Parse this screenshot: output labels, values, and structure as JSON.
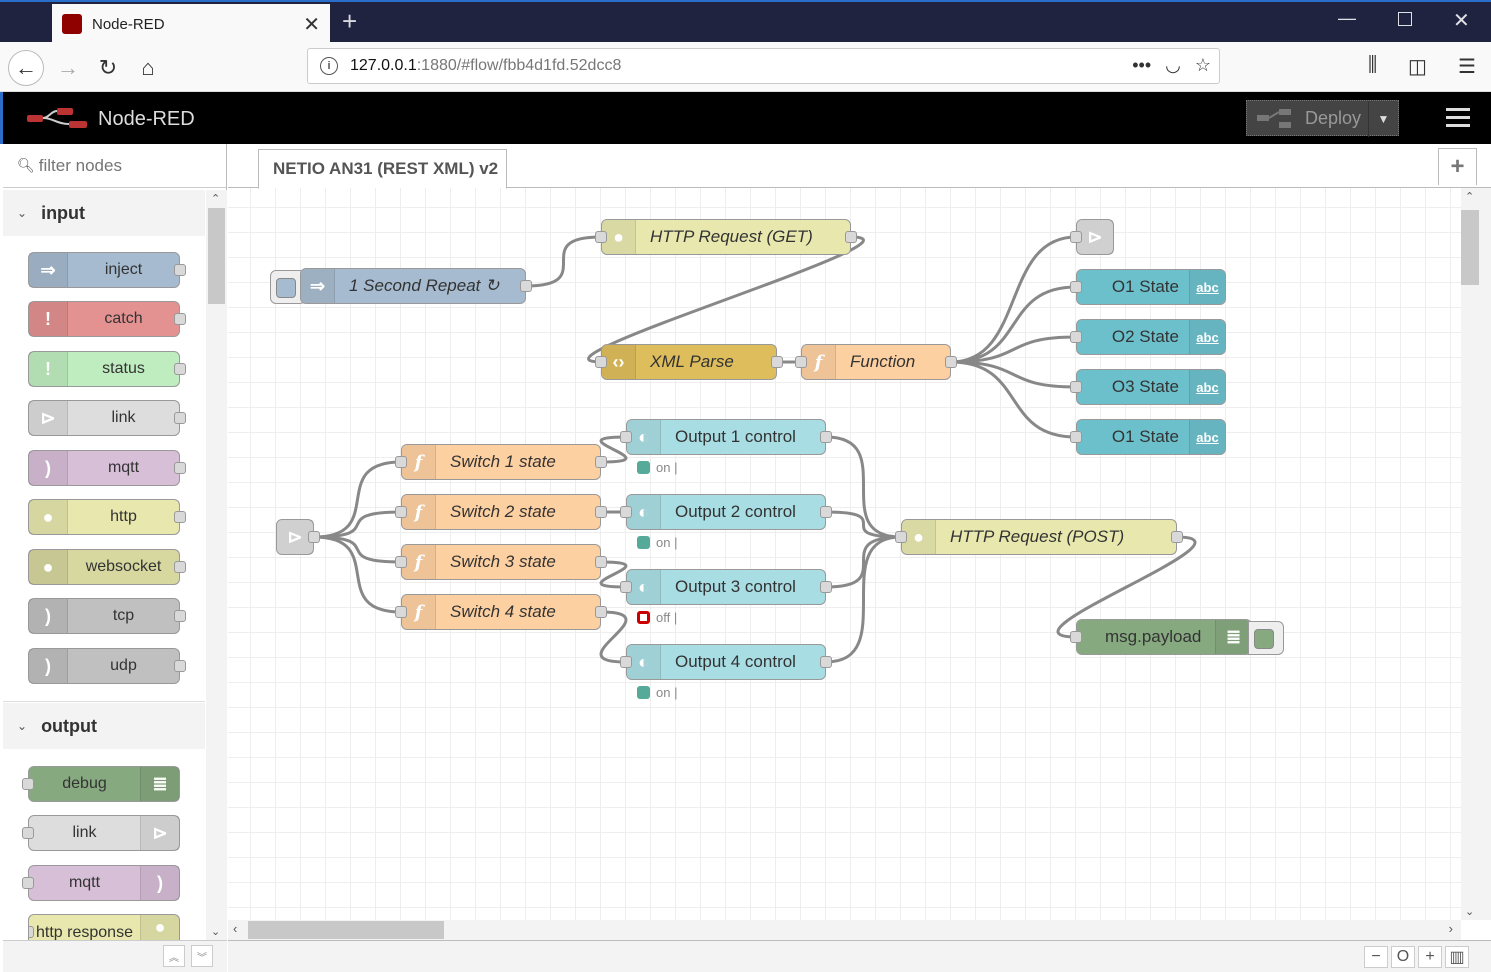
{
  "browser": {
    "tab_title": "Node-RED",
    "url_host": "127.0.0.1",
    "url_rest": ":1880/#flow/fbb4d1fd.52dcc8",
    "icons": [
      "back-icon",
      "forward-icon",
      "reload-icon",
      "home-icon",
      "info-icon",
      "more-icon",
      "pocket-icon",
      "star-icon",
      "library-icon",
      "sidebar-icon",
      "menu-icon"
    ]
  },
  "app": {
    "title": "Node-RED",
    "deploy_label": "Deploy"
  },
  "palette": {
    "filter_placeholder": "filter nodes",
    "categories": [
      {
        "label": "input",
        "nodes": [
          {
            "label": "inject",
            "color": "#a6bbcf",
            "icon": "arrow-in-icon"
          },
          {
            "label": "catch",
            "color": "#e49191",
            "icon": "alert-icon"
          },
          {
            "label": "status",
            "color": "#c0edc0",
            "icon": "alert-icon"
          },
          {
            "label": "link",
            "color": "#dddddd",
            "icon": "link-in-icon"
          },
          {
            "label": "mqtt",
            "color": "#d8bfd8",
            "icon": "bridge-icon"
          },
          {
            "label": "http",
            "color": "#e7e7ae",
            "icon": "globe-icon"
          },
          {
            "label": "websocket",
            "color": "#d7d7a0",
            "icon": "globe-icon"
          },
          {
            "label": "tcp",
            "color": "#c0c0c0",
            "icon": "bridge-icon"
          },
          {
            "label": "udp",
            "color": "#c0c0c0",
            "icon": "bridge-icon"
          }
        ]
      },
      {
        "label": "output",
        "nodes": [
          {
            "label": "debug",
            "color": "#87a980",
            "icon": "debug-icon"
          },
          {
            "label": "link",
            "color": "#dddddd",
            "icon": "link-out-icon"
          },
          {
            "label": "mqtt",
            "color": "#d8bfd8",
            "icon": "bridge-icon"
          },
          {
            "label": "http response",
            "color": "#e7e7ae",
            "icon": "globe-icon"
          }
        ]
      }
    ]
  },
  "workspace": {
    "flow_tab": "NETIO AN31 (REST XML) v2",
    "nodes": {
      "repeat": {
        "label": "1 Second Repeat ↻",
        "color": "#a6bbcf"
      },
      "http_get": {
        "label": "HTTP Request (GET)",
        "color": "#e7e7ae"
      },
      "xml": {
        "label": "XML Parse",
        "color": "#debd5c"
      },
      "function": {
        "label": "Function",
        "color": "#fdd0a2"
      },
      "link_in_top": {
        "label": "",
        "color": "#dddddd"
      },
      "o1": {
        "label": "O1 State",
        "color": "#6cc0cc",
        "icon": "abc"
      },
      "o2": {
        "label": "O2 State",
        "color": "#6cc0cc",
        "icon": "abc"
      },
      "o3": {
        "label": "O3 State",
        "color": "#6cc0cc",
        "icon": "abc"
      },
      "o1b": {
        "label": "O1 State",
        "color": "#6cc0cc",
        "icon": "abc"
      },
      "link_in_mid": {
        "label": "",
        "color": "#dddddd"
      },
      "sw1": {
        "label": "Switch 1 state",
        "color": "#fdd0a2"
      },
      "sw2": {
        "label": "Switch 2 state",
        "color": "#fdd0a2"
      },
      "sw3": {
        "label": "Switch 3 state",
        "color": "#fdd0a2"
      },
      "sw4": {
        "label": "Switch 4 state",
        "color": "#fdd0a2"
      },
      "oc1": {
        "label": "Output 1 control",
        "color": "#a9dde4",
        "status": "on",
        "status_color": "#5a9"
      },
      "oc2": {
        "label": "Output 2 control",
        "color": "#a9dde4",
        "status": "on",
        "status_color": "#5a9"
      },
      "oc3": {
        "label": "Output 3 control",
        "color": "#a9dde4",
        "status": "off",
        "status_color": "#c00"
      },
      "oc4": {
        "label": "Output 4 control",
        "color": "#a9dde4",
        "status": "on",
        "status_color": "#5a9"
      },
      "http_post": {
        "label": "HTTP Request (POST)",
        "color": "#e7e7ae"
      },
      "debug": {
        "label": "msg.payload",
        "color": "#87a980"
      }
    }
  },
  "footer": {
    "zoom_out": "−",
    "zoom_reset": "O",
    "zoom_in": "+"
  }
}
